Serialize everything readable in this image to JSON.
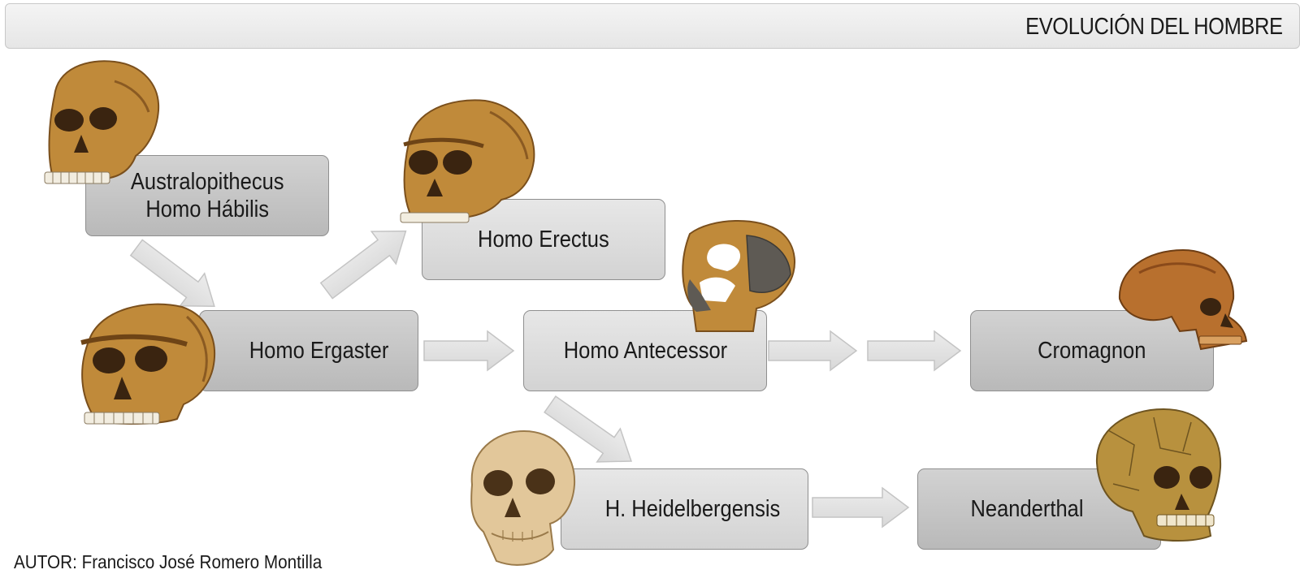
{
  "header": {
    "title": "EVOLUCIÓN DEL HOMBRE"
  },
  "nodes": {
    "australopithecus": {
      "line1": "Australopithecus",
      "line2": "Homo Hábilis"
    },
    "erectus": "Homo Erectus",
    "ergaster": "Homo Ergaster",
    "antecessor": "Homo Antecessor",
    "cromagnon": "Cromagnon",
    "heidelbergensis": "H. Heidelbergensis",
    "neanderthal": "Neanderthal"
  },
  "colors": {
    "node_dark": "#c4c4c4",
    "node_light": "#dcdcdc",
    "arrow_fill": "#e3e3e3",
    "arrow_stroke": "#c4c4c4",
    "bone_ochre": "#c08a3a",
    "bone_pale": "#e2c79a"
  },
  "footer": {
    "author": "AUTOR: Francisco José Romero Montilla"
  }
}
